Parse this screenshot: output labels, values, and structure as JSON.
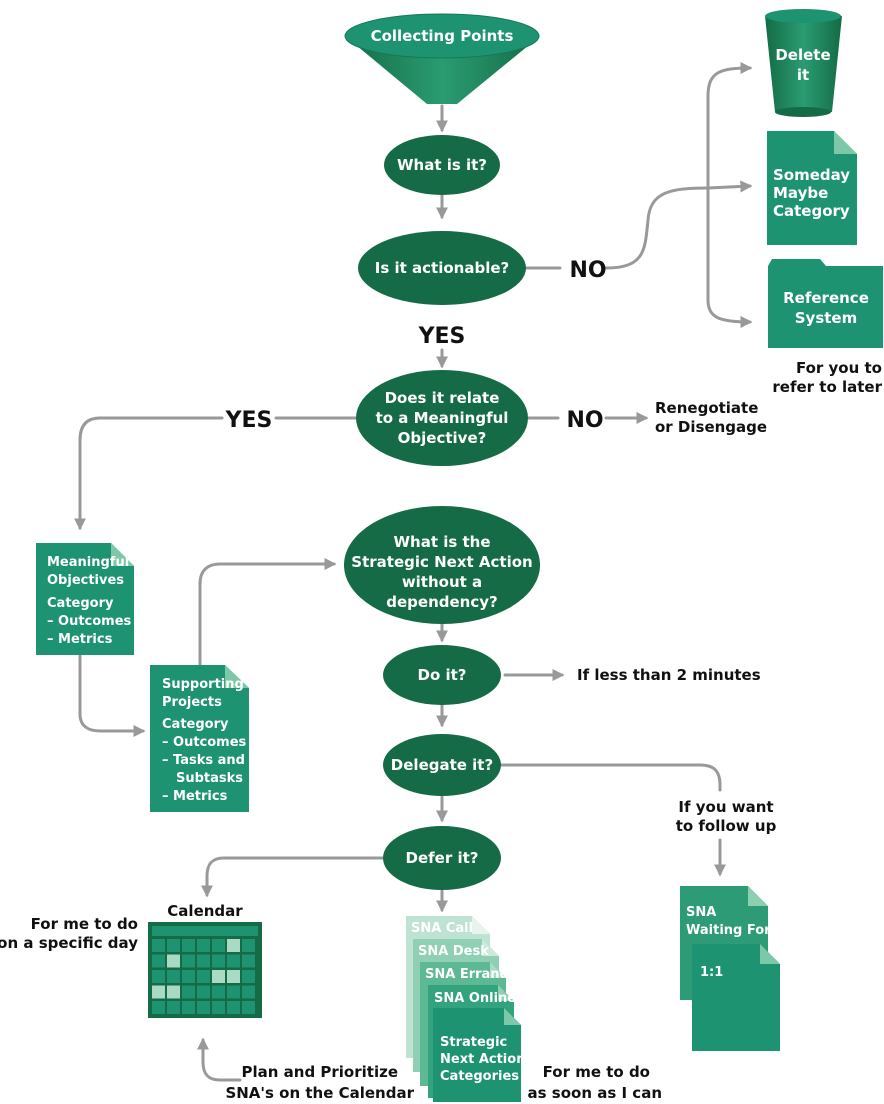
{
  "colors": {
    "dark_green": "#146b45",
    "mid_green": "#1e9371",
    "light_green": "#3aa584",
    "arrow_gray": "#999999",
    "text": "#111111"
  },
  "nodes": {
    "collecting_points": "Collecting Points",
    "what_is_it": "What is it?",
    "is_actionable": "Is it actionable?",
    "relate_line1": "Does it relate",
    "relate_line2": "to a Meaningful",
    "relate_line3": "Objective?",
    "sna_line1": "What is the",
    "sna_line2": "Strategic Next Action",
    "sna_line3": "without a",
    "sna_line4": "dependency?",
    "do_it": "Do it?",
    "delegate_it": "Delegate it?",
    "defer_it": "Defer it?"
  },
  "labels": {
    "no_1": "NO",
    "yes_1": "YES",
    "yes_2": "YES",
    "no_2": "NO",
    "renegotiate_1": "Renegotiate",
    "renegotiate_2": "or Disengage",
    "less_than_2": "If less than 2 minutes",
    "follow_up_1": "If you want",
    "follow_up_2": "to follow up",
    "for_you_1": "For you to",
    "for_you_2": "refer to later",
    "specific_day_1": "For me to do",
    "specific_day_2": "on a specific day",
    "plan_1": "Plan and Prioritize",
    "plan_2": "SNA's on the Calendar",
    "asap_1": "For me to do",
    "asap_2": "as soon as I can"
  },
  "outputs": {
    "delete_1": "Delete",
    "delete_2": "it",
    "someday_1": "Someday",
    "someday_2": "Maybe",
    "someday_3": "Category",
    "reference_1": "Reference",
    "reference_2": "System",
    "mo_1": "Meaningful",
    "mo_2": "Objectives",
    "mo_3": "Category",
    "mo_4": "– Outcomes",
    "mo_5": "– Metrics",
    "sp_1": "Supporting",
    "sp_2": "Projects",
    "sp_3": "Category",
    "sp_4": "– Outcomes",
    "sp_5": "– Tasks and",
    "sp_6": "Subtasks",
    "sp_7": "– Metrics",
    "calendar": "Calendar",
    "sna_call": "SNA Call",
    "sna_desk": "SNA Desk",
    "sna_errands": "SNA Errands",
    "sna_online": "SNA Online",
    "sna_cat_1": "Strategic",
    "sna_cat_2": "Next Action",
    "sna_cat_3": "Categories",
    "waiting_1": "SNA",
    "waiting_2": "Waiting For",
    "one_on_one": "1:1"
  }
}
